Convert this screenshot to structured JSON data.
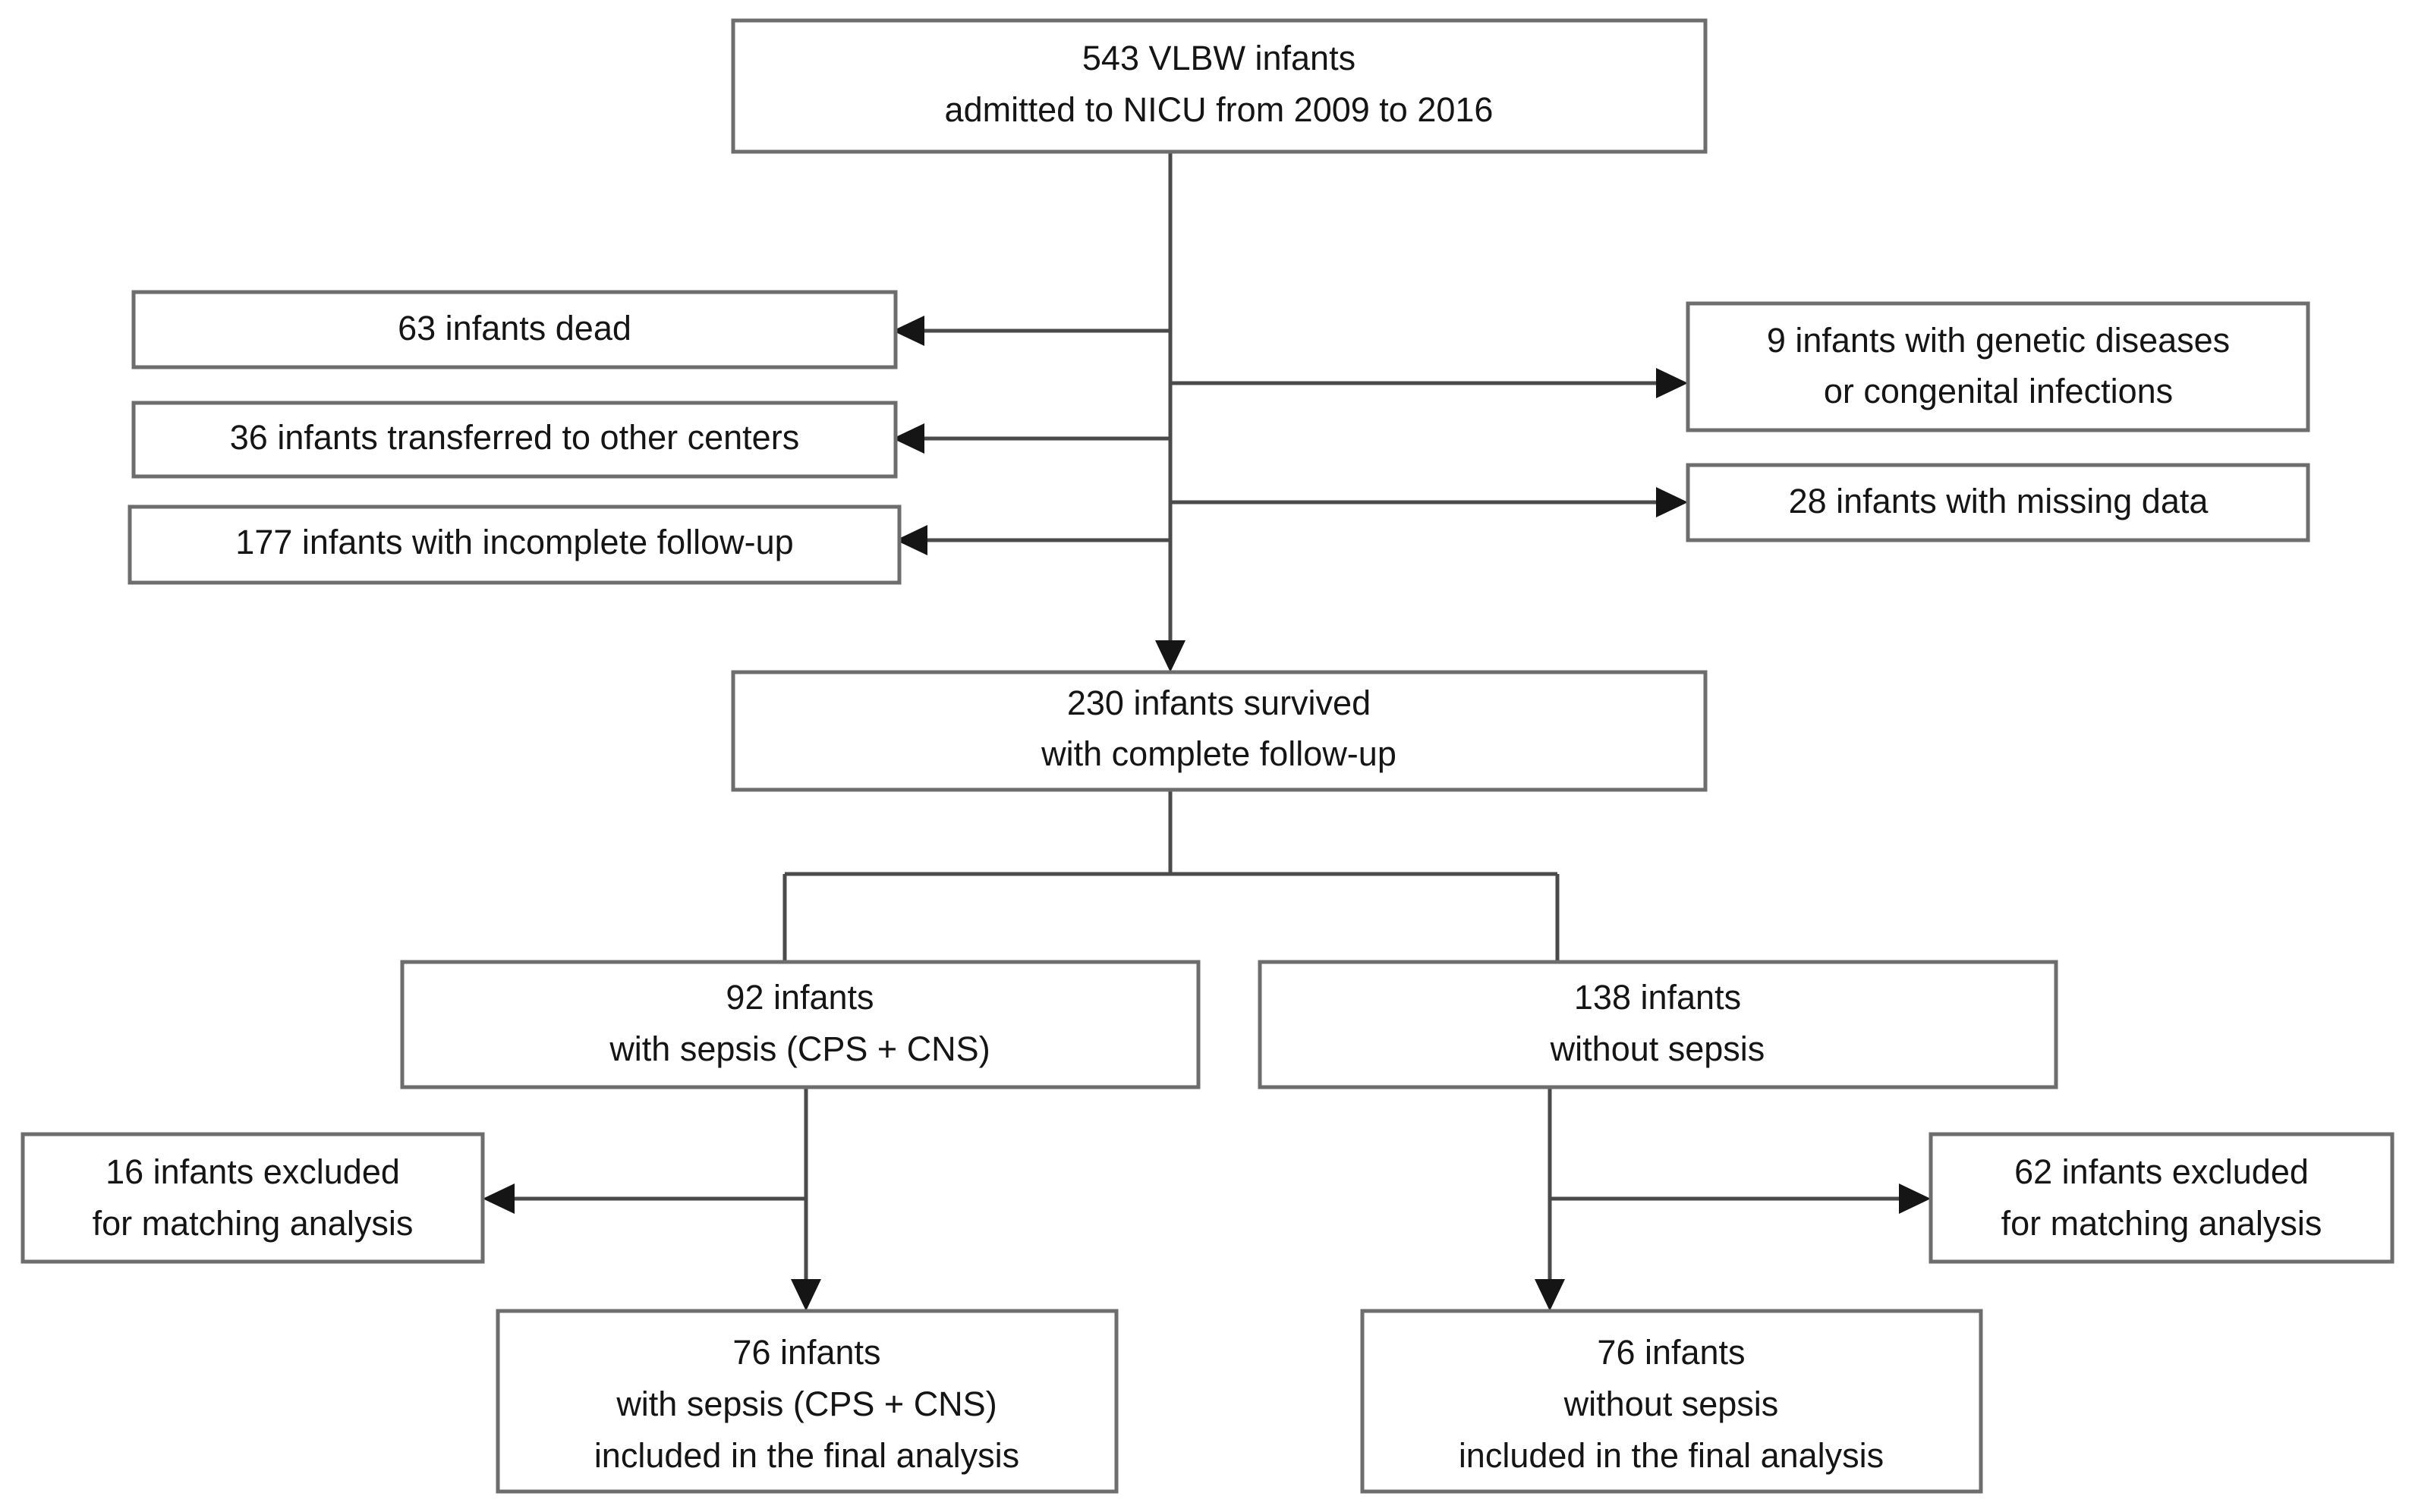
{
  "figure": {
    "kind": "study-flow-diagram",
    "colors": {
      "box_border": "#6d6d6d",
      "connector": "#4a4a4a",
      "text": "#151515",
      "background": "#ffffff"
    }
  },
  "nodes": {
    "enrolled": {
      "id": "enrolled",
      "lines": [
        "543 VLBW infants",
        "admitted to NICU from 2009 to 2016"
      ],
      "line1": "543 VLBW infants",
      "line2": "admitted to NICU from 2009 to 2016",
      "count": 543
    },
    "excl_dead": {
      "id": "excl-dead",
      "line1": "63 infants dead",
      "count": 63
    },
    "excl_transferred": {
      "id": "excl-transferred",
      "line1": "36 infants transferred to other centers",
      "count": 36
    },
    "excl_incomplete": {
      "id": "excl-incomplete-followup",
      "line1": "177 infants with incomplete follow-up",
      "count": 177
    },
    "excl_genetic": {
      "id": "excl-genetic-congenital",
      "line1": "9 infants with genetic diseases",
      "line2": "or congenital infections",
      "count": 9
    },
    "excl_missing": {
      "id": "excl-missing-data",
      "line1": "28 infants with missing data",
      "count": 28
    },
    "survived": {
      "id": "survived-complete-followup",
      "line1": "230 infants survived",
      "line2": "with complete follow-up",
      "count": 230
    },
    "sepsis": {
      "id": "with-sepsis",
      "line1": "92 infants",
      "line2": "with sepsis (CPS + CNS)",
      "count": 92
    },
    "no_sepsis": {
      "id": "without-sepsis",
      "line1": "138 infants",
      "line2": "without sepsis",
      "count": 138
    },
    "excl_match_left": {
      "id": "excluded-matching-sepsis",
      "line1": "16 infants excluded",
      "line2": "for matching analysis",
      "count": 16
    },
    "excl_match_right": {
      "id": "excluded-matching-no-sepsis",
      "line1": "62 infants excluded",
      "line2": "for matching analysis",
      "count": 62
    },
    "final_sepsis": {
      "id": "final-with-sepsis",
      "line1": "76 infants",
      "line2": "with sepsis (CPS + CNS)",
      "line3": "included in the final analysis",
      "count": 76
    },
    "final_no_sepsis": {
      "id": "final-without-sepsis",
      "line1": "76 infants",
      "line2": "without sepsis",
      "line3": "included in the final analysis",
      "count": 76
    }
  },
  "flow": {
    "enrolled_total": 543,
    "exclusions_before_cohort": [
      63,
      36,
      177,
      9,
      28
    ],
    "cohort_total": 230,
    "cohort_split": [
      92,
      138
    ],
    "matching_exclusions": [
      16,
      62
    ],
    "final_groups": [
      76,
      76
    ]
  }
}
